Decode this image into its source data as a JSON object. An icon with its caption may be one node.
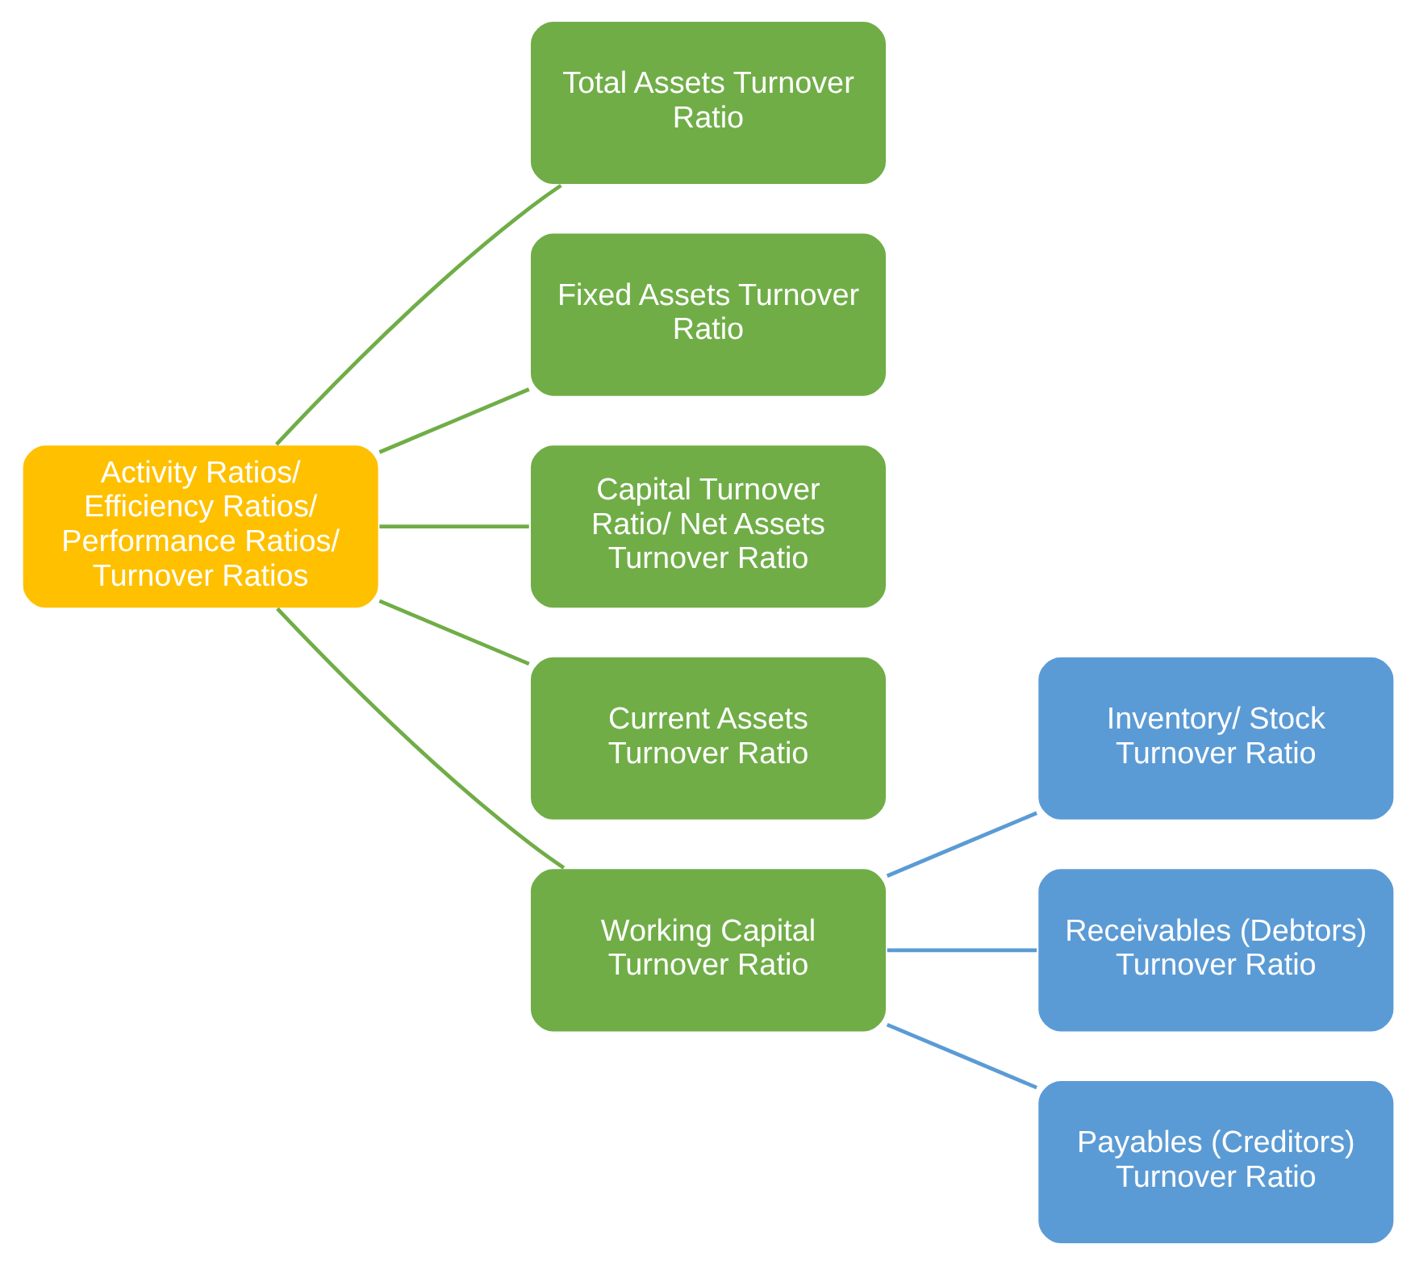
{
  "diagram": {
    "nodes": [
      {
        "text": [
          "Activity Ratios/ Efficiency Ratios/ Performance Ratios/ Turnover Ratios"
        ]
      },
      {
        "text": [
          "Total Assets Turnover Ratio"
        ]
      },
      {
        "text": [
          "Fixed Assets Turnover Ratio"
        ]
      },
      {
        "text": [
          "Capital Turnover Ratio/ Net Assets Turnover Ratio"
        ]
      },
      {
        "text": [
          "Current Assets Turnover Ratio"
        ]
      },
      {
        "text": [
          "Working Capital Turnover Ratio"
        ]
      },
      {
        "text": [
          "Inventory/ Stock Turnover Ratio"
        ]
      },
      {
        "text": [
          "Receivables (Debtors) Turnover Ratio"
        ]
      },
      {
        "text": [
          "Payables (Creditors) Turnover Ratio"
        ]
      }
    ],
    "edges": [
      {
        "from": 0,
        "to": 1,
        "arrow": "none"
      },
      {
        "from": 0,
        "to": 2,
        "arrow": "none"
      },
      {
        "from": 0,
        "to": 3,
        "arrow": "none"
      },
      {
        "from": 0,
        "to": 4,
        "arrow": "none"
      },
      {
        "from": 0,
        "to": 5,
        "arrow": "none"
      },
      {
        "from": 5,
        "to": 6,
        "arrow": "none",
        "color": "#5b9bd5"
      },
      {
        "from": 5,
        "to": 7,
        "arrow": "none",
        "color": "#5b9bd5"
      },
      {
        "from": 5,
        "to": 8,
        "arrow": "none",
        "color": "#5b9bd5"
      }
    ]
  }
}
